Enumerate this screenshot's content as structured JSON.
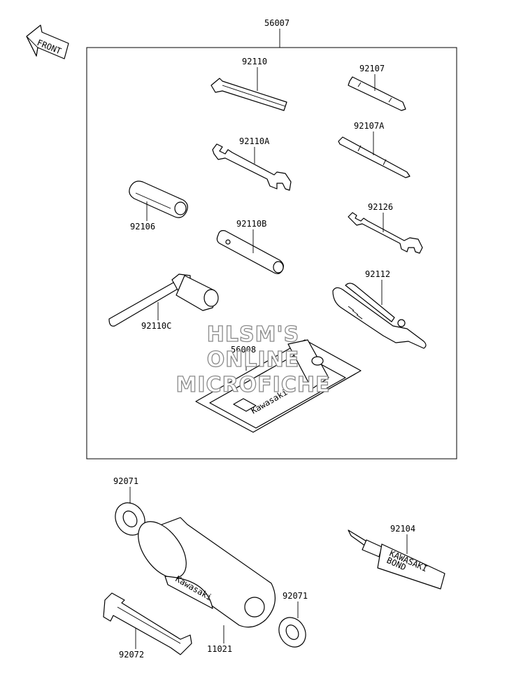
{
  "orientation": {
    "label": "FRONT"
  },
  "kit": {
    "label": "56007"
  },
  "watermark": {
    "line1": "HLSM'S",
    "line2": "ONLINE",
    "line3": "MICROFICHE"
  },
  "pouch": {
    "logo": "Kawasaki"
  },
  "bond_tube": {
    "line1": "KAWASAKI",
    "line2": "BOND"
  },
  "parts": {
    "p92110": "92110",
    "p92107": "92107",
    "p92110A": "92110A",
    "p92107A": "92107A",
    "p92106": "92106",
    "p92110B": "92110B",
    "p92126": "92126",
    "p92112": "92112",
    "p92110C": "92110C",
    "p56008": "56008",
    "p92071a": "92071",
    "p92104": "92104",
    "p92071b": "92071",
    "p92072": "92072",
    "p11021": "11021"
  },
  "colors": {
    "line": "#000000",
    "watermark_outline": "#8a8a8a",
    "background": "#ffffff"
  }
}
